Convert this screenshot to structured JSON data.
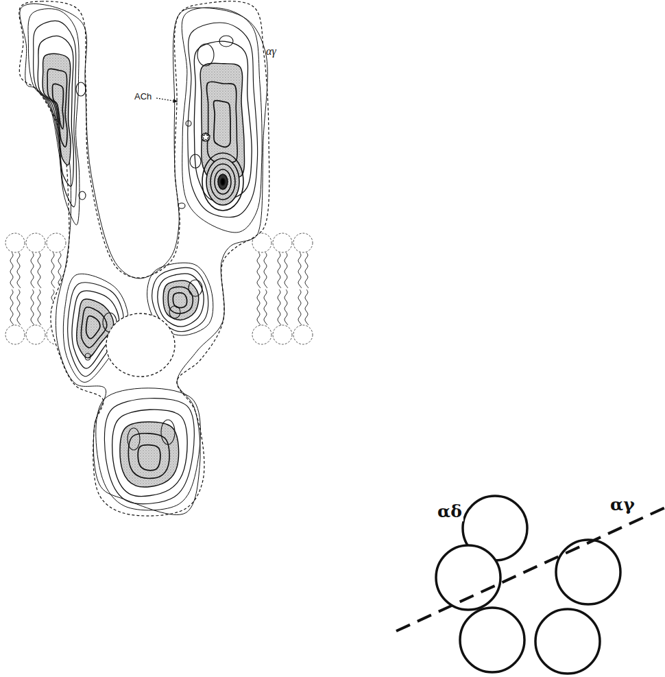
{
  "diagram": {
    "labels": [
      "αγ",
      "ACh",
      "αδ",
      "αγ"
    ]
  }
}
